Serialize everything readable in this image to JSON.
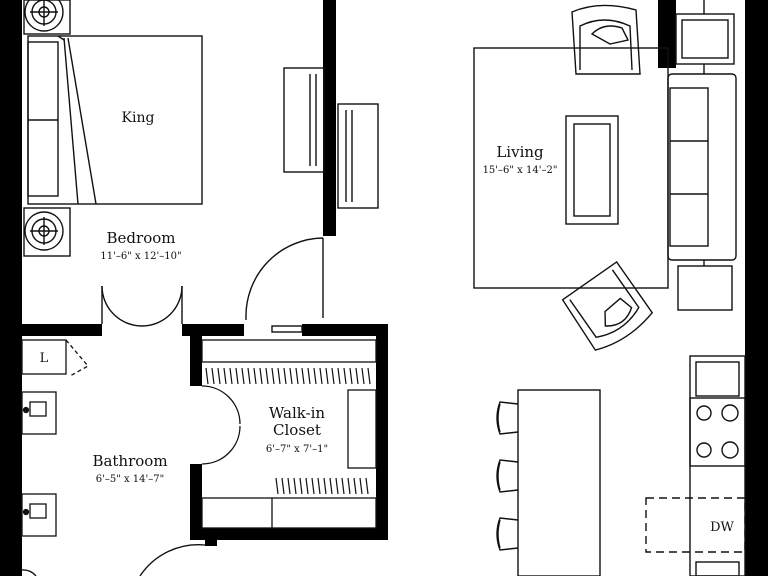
{
  "colors": {
    "wall": "#000000",
    "line": "#111111",
    "background": "#ffffff"
  },
  "rooms": {
    "bedroom": {
      "name": "Bedroom",
      "dims": "11'–6\" x 12'–10\""
    },
    "living": {
      "name": "Living",
      "dims": "15'–6\" x 14'–2\""
    },
    "walkin": {
      "name_line1": "Walk-in",
      "name_line2": "Closet",
      "dims": "6'–7\" x 7'–1\""
    },
    "bathroom": {
      "name": "Bathroom",
      "dims": "6'–5\" x 14'–7\""
    }
  },
  "fixtures": {
    "bed": "King",
    "laundry": "L",
    "dishwasher": "DW"
  }
}
